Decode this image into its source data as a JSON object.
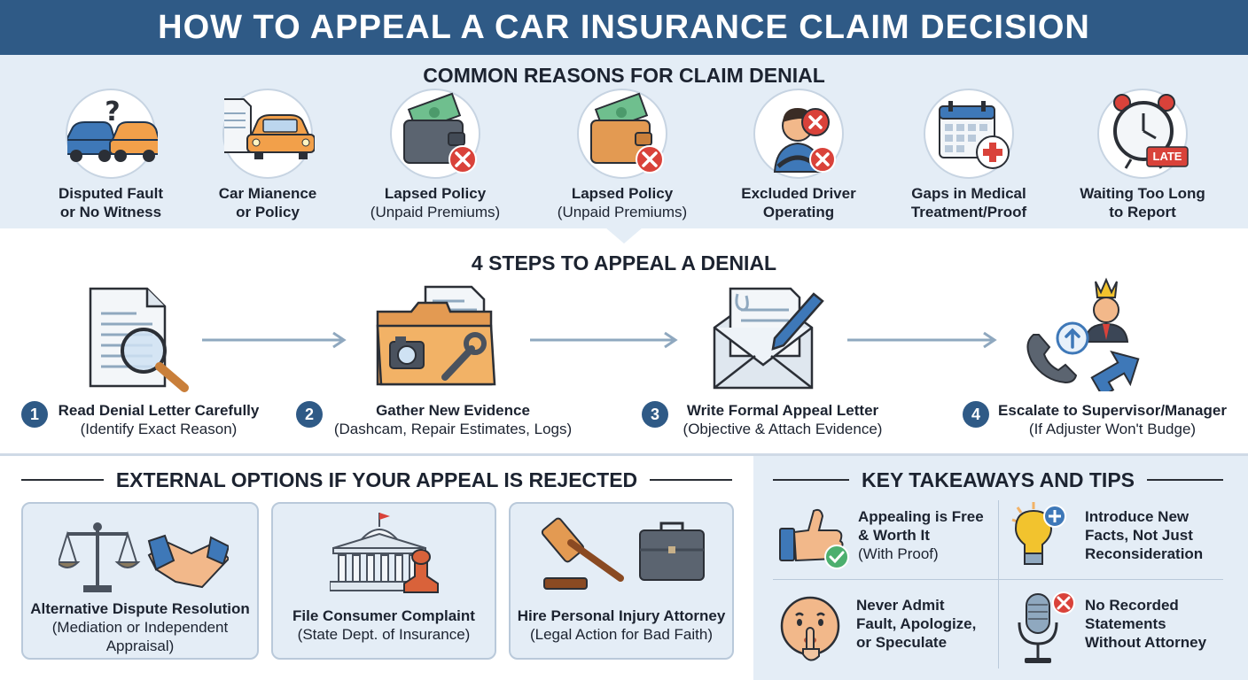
{
  "title": "HOW TO APPEAL A CAR INSURANCE CLAIM DECISION",
  "reasons": {
    "heading": "COMMON REASONS FOR CLAIM DENIAL",
    "items": [
      {
        "line1": "Disputed Fault",
        "line2": "or No Witness",
        "icon": "car-collision-icon"
      },
      {
        "line1": "Car Mianence",
        "line2": "or Policy",
        "icon": "car-document-icon"
      },
      {
        "line1": "Lapsed Policy",
        "line2": "(Unpaid Premiums)",
        "icon": "wallet-denied-icon"
      },
      {
        "line1": "Lapsed Policy",
        "line2": "(Unpaid Premiums)",
        "icon": "wallet-denied-icon"
      },
      {
        "line1": "Excluded Driver",
        "line2": "Operating",
        "icon": "driver-denied-icon"
      },
      {
        "line1": "Gaps in Medical",
        "line2": "Treatment/Proof",
        "icon": "calendar-medical-icon"
      },
      {
        "line1": "Waiting Too Long",
        "line2": "to Report",
        "icon": "alarm-clock-icon",
        "badge": "LATE"
      }
    ]
  },
  "steps": {
    "heading": "4 STEPS TO APPEAL A DENIAL",
    "items": [
      {
        "num": "1",
        "line1": "Read Denial Letter Carefully",
        "line2": "(Identify Exact Reason)",
        "icon": "magnifier-document-icon"
      },
      {
        "num": "2",
        "line1": "Gather New Evidence",
        "line2": "(Dashcam, Repair Estimates, Logs)",
        "icon": "evidence-folder-icon"
      },
      {
        "num": "3",
        "line1": "Write Formal Appeal Letter",
        "line2": "(Objective & Attach Evidence)",
        "icon": "letter-envelope-icon"
      },
      {
        "num": "4",
        "line1": "Escalate to Supervisor/Manager",
        "line2": "(If Adjuster Won't Budge)",
        "icon": "escalate-phone-icon"
      }
    ]
  },
  "external": {
    "heading": "EXTERNAL OPTIONS IF YOUR APPEAL IS REJECTED",
    "items": [
      {
        "line1": "Alternative Dispute Resolution",
        "line2": "(Mediation or Independent",
        "line3": "Appraisal)",
        "icon": "scales-handshake-icon"
      },
      {
        "line1": "File Consumer Complaint",
        "line2": "(State Dept. of Insurance)",
        "icon": "government-stamp-icon"
      },
      {
        "line1": "Hire Personal Injury Attorney",
        "line2": "(Legal Action for Bad Faith)",
        "icon": "gavel-briefcase-icon"
      }
    ]
  },
  "tips": {
    "heading": "KEY TAKEAWAYS AND TIPS",
    "items": [
      {
        "line1": "Appealing is Free",
        "line2": "& Worth It",
        "line3": "(With Proof)",
        "icon": "thumbs-up-icon"
      },
      {
        "line1": "Introduce New",
        "line2": "Facts, Not Just",
        "line3": "Reconsideration",
        "icon": "lightbulb-icon"
      },
      {
        "line1": "Never Admit",
        "line2": "Fault, Apologize,",
        "line3": "or Speculate",
        "icon": "shush-face-icon"
      },
      {
        "line1": "No Recorded",
        "line2": "Statements",
        "line3": "Without Attorney",
        "icon": "microphone-denied-icon"
      }
    ]
  },
  "colors": {
    "header": "#2f5a86",
    "panel": "#e4edf6",
    "accent_orange": "#f2a04a",
    "deny_red": "#d9423a",
    "arrow": "#8fa8bf"
  }
}
